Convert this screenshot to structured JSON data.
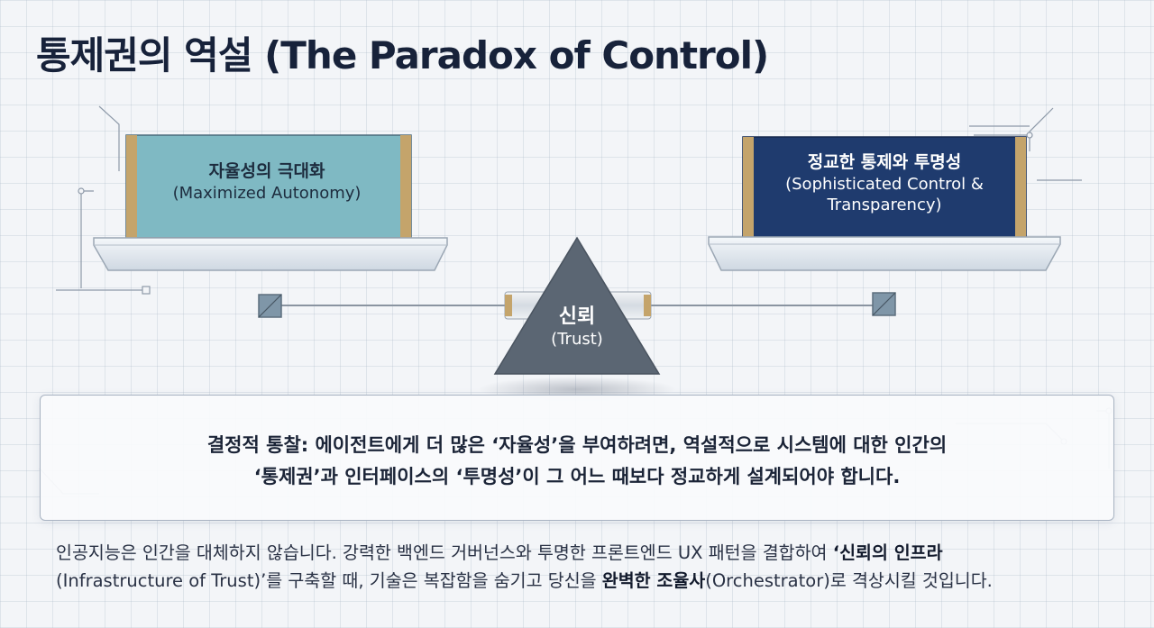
{
  "title": "통제권의 역설 (The Paradox of Control)",
  "left_pan": {
    "label_ko": "자율성의 극대화",
    "label_en": "(Maximized Autonomy)",
    "color": "#7fb9c3"
  },
  "right_pan": {
    "label_ko": "정교한 통제와 투명성",
    "label_en_line1": "(Sophisticated Control &",
    "label_en_line2": "Transparency)",
    "color": "#1f3b6e"
  },
  "fulcrum": {
    "label_ko": "신뢰",
    "label_en": "(Trust)",
    "color": "#5b6673"
  },
  "insight": {
    "line1": "결정적 통찰: 에이전트에게 더 많은 ‘자율성’을 부여하려면, 역설적으로 시스템에 대한 인간의",
    "line2": "‘통제권’과 인터페이스의 ‘투명성’이 그 어느 때보다 정교하게 설계되어야 합니다."
  },
  "footer": {
    "line1_prefix": "인공지능은 인간을 대체하지 않습니다. 강력한 백엔드 거버넌스와 투명한 프론트엔드 UX 패턴을 결합하여 ",
    "line1_bold": "‘신뢰의 인프라",
    "line2_part1": "(Infrastructure of Trust)’를 구축할 때, 기술은 복잡함을 숨기고 당신을 ",
    "line2_bold": "완벽한 조율사",
    "line2_part2": "(Orchestrator)로 격상시킬 것입니다."
  }
}
